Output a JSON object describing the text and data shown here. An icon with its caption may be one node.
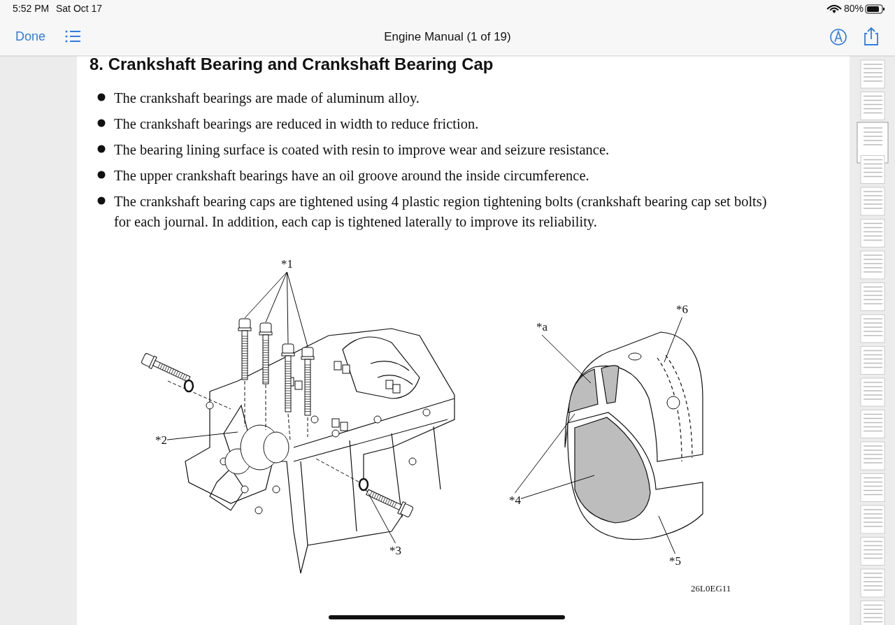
{
  "diagram": {
    "title": "8. Crankshaft Bearing and Crankshaft Bearing Cap",
    "nodes": [
      {
        "text": [
          "*1"
        ]
      },
      {
        "text": [
          "*2"
        ]
      },
      {
        "text": [
          "*3"
        ]
      },
      {
        "text": [
          "*a"
        ]
      },
      {
        "text": [
          "*6"
        ]
      },
      {
        "text": [
          "*4"
        ]
      },
      {
        "text": [
          "*5"
        ]
      },
      {
        "text": [],
        "shape": "picture"
      },
      {
        "text": [],
        "shape": "picture"
      },
      {
        "text": [],
        "shape": "picture"
      },
      {
        "text": [],
        "shape": "picture"
      }
    ],
    "edges": [
      {
        "from": 0,
        "to": 7,
        "arrow": "none"
      },
      {
        "from": 0,
        "to": 8,
        "arrow": "none"
      },
      {
        "from": 0,
        "to": 9,
        "arrow": "none"
      },
      {
        "from": 0,
        "to": 10,
        "arrow": "none"
      },
      {
        "from": 1,
        "to": null,
        "arrow": "none"
      },
      {
        "from": 2,
        "to": null,
        "arrow": "none"
      },
      {
        "from": 3,
        "to": null,
        "arrow": "none"
      },
      {
        "from": 4,
        "to": null,
        "arrow": "none"
      },
      {
        "from": 5,
        "to": null,
        "arrow": "none"
      },
      {
        "from": 5,
        "to": null,
        "arrow": "none"
      },
      {
        "from": 6,
        "to": null,
        "arrow": "none"
      }
    ],
    "labels": [
      "5:52 PM",
      "Sat Oct 17",
      "80%",
      "Done",
      "Engine Manual (1 of 19)",
      "The crankshaft bearings are made of aluminum alloy.",
      "The crankshaft bearings are reduced in width to reduce friction.",
      "The bearing lining surface is coated with resin to improve wear and seizure resistance.",
      "The upper crankshaft bearings have an oil groove around the inside circumference.",
      "The crankshaft bearing caps are tightened using 4 plastic region tightening bolts (crankshaft bearing cap set bolts) for each journal. In addition, each cap is tightened laterally to improve its reliability.",
      "26L0EG11"
    ]
  }
}
